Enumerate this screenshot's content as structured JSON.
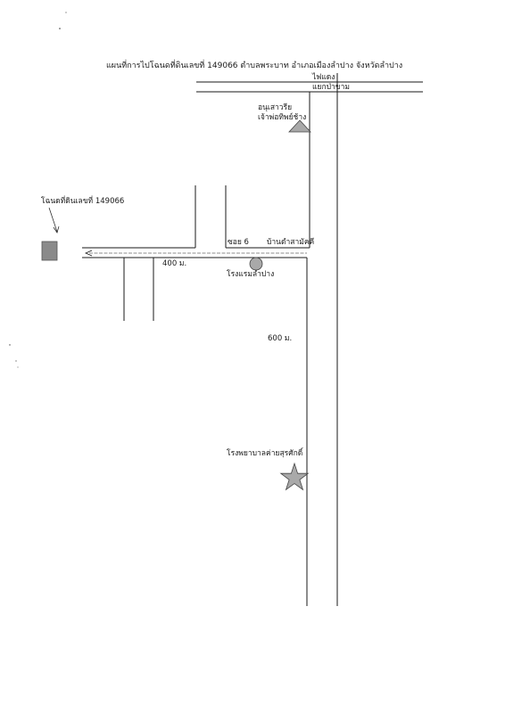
{
  "map": {
    "title": "แผนที่การไปโฉนดที่ดินเลขที่ 149066  ตำบลพระบาท  อำเภอเมืองลำปาง  จังหวัดลำปาง",
    "labels": {
      "traffic_light": "ไฟแดง",
      "intersection": "แยกป่าขาม",
      "monument": "อนุเสาวรีย",
      "monument_line2": "เจ้าพ่อทิพย์ช้าง",
      "deed": "โฉนดที่ดินเลขที่ 149066",
      "soi": "ซอย 6",
      "village": "บ้านดำสามัคคี",
      "distance_400": "400 ม.",
      "hotel": "โรงแรมลำปาง",
      "distance_600": "600 ม.",
      "hospital": "โรงพยาบาลค่ายสุรศักดิ์"
    },
    "colors": {
      "line": "#1a1a1a",
      "marker_fill": "#a9a9a9",
      "deed_fill": "#8a8a8a"
    }
  }
}
